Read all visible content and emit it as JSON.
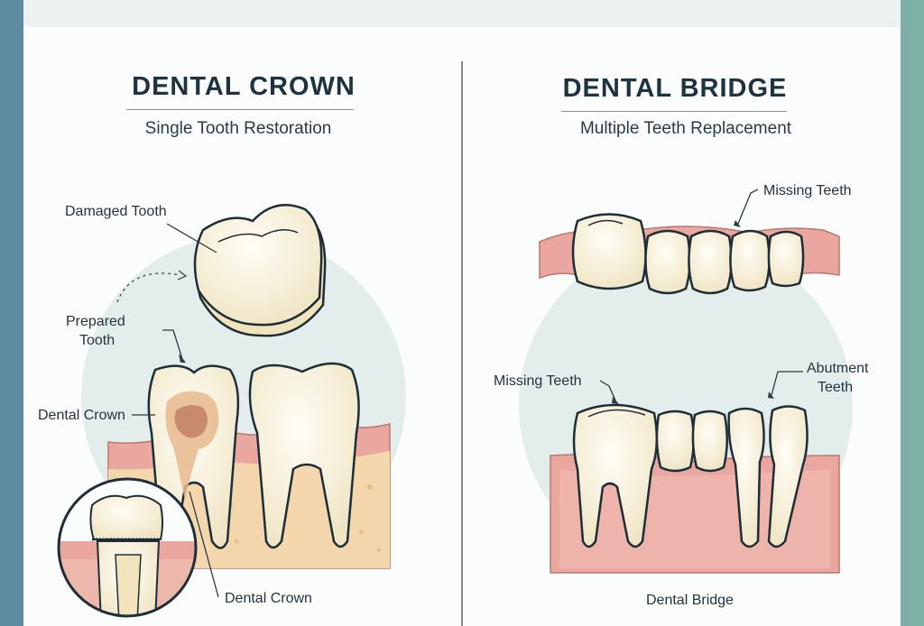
{
  "left_panel": {
    "title": "DENTAL CROWN",
    "subtitle": "Single Tooth Restoration",
    "labels": {
      "damaged_tooth": "Damaged Tooth",
      "prepared_tooth_line1": "Prepared",
      "prepared_tooth_line2": "Tooth",
      "dental_crown_side": "Dental Crown",
      "dental_crown_bottom": "Dental Crown"
    }
  },
  "right_panel": {
    "title": "DENTAL BRIDGE",
    "subtitle": "Multiple Teeth Replacement",
    "labels": {
      "missing_teeth_top": "Missing Teeth",
      "missing_teeth_mid": "Missing Teeth",
      "abutment_line1": "Abutment",
      "abutment_line2": "Teeth",
      "dental_bridge": "Dental Bridge"
    }
  },
  "colors": {
    "gum": "#e9a79f",
    "tooth": "#fbf6e6",
    "outline": "#1e2e38",
    "bg_circle": "#e3eeec",
    "decay": "#c98a6c"
  }
}
